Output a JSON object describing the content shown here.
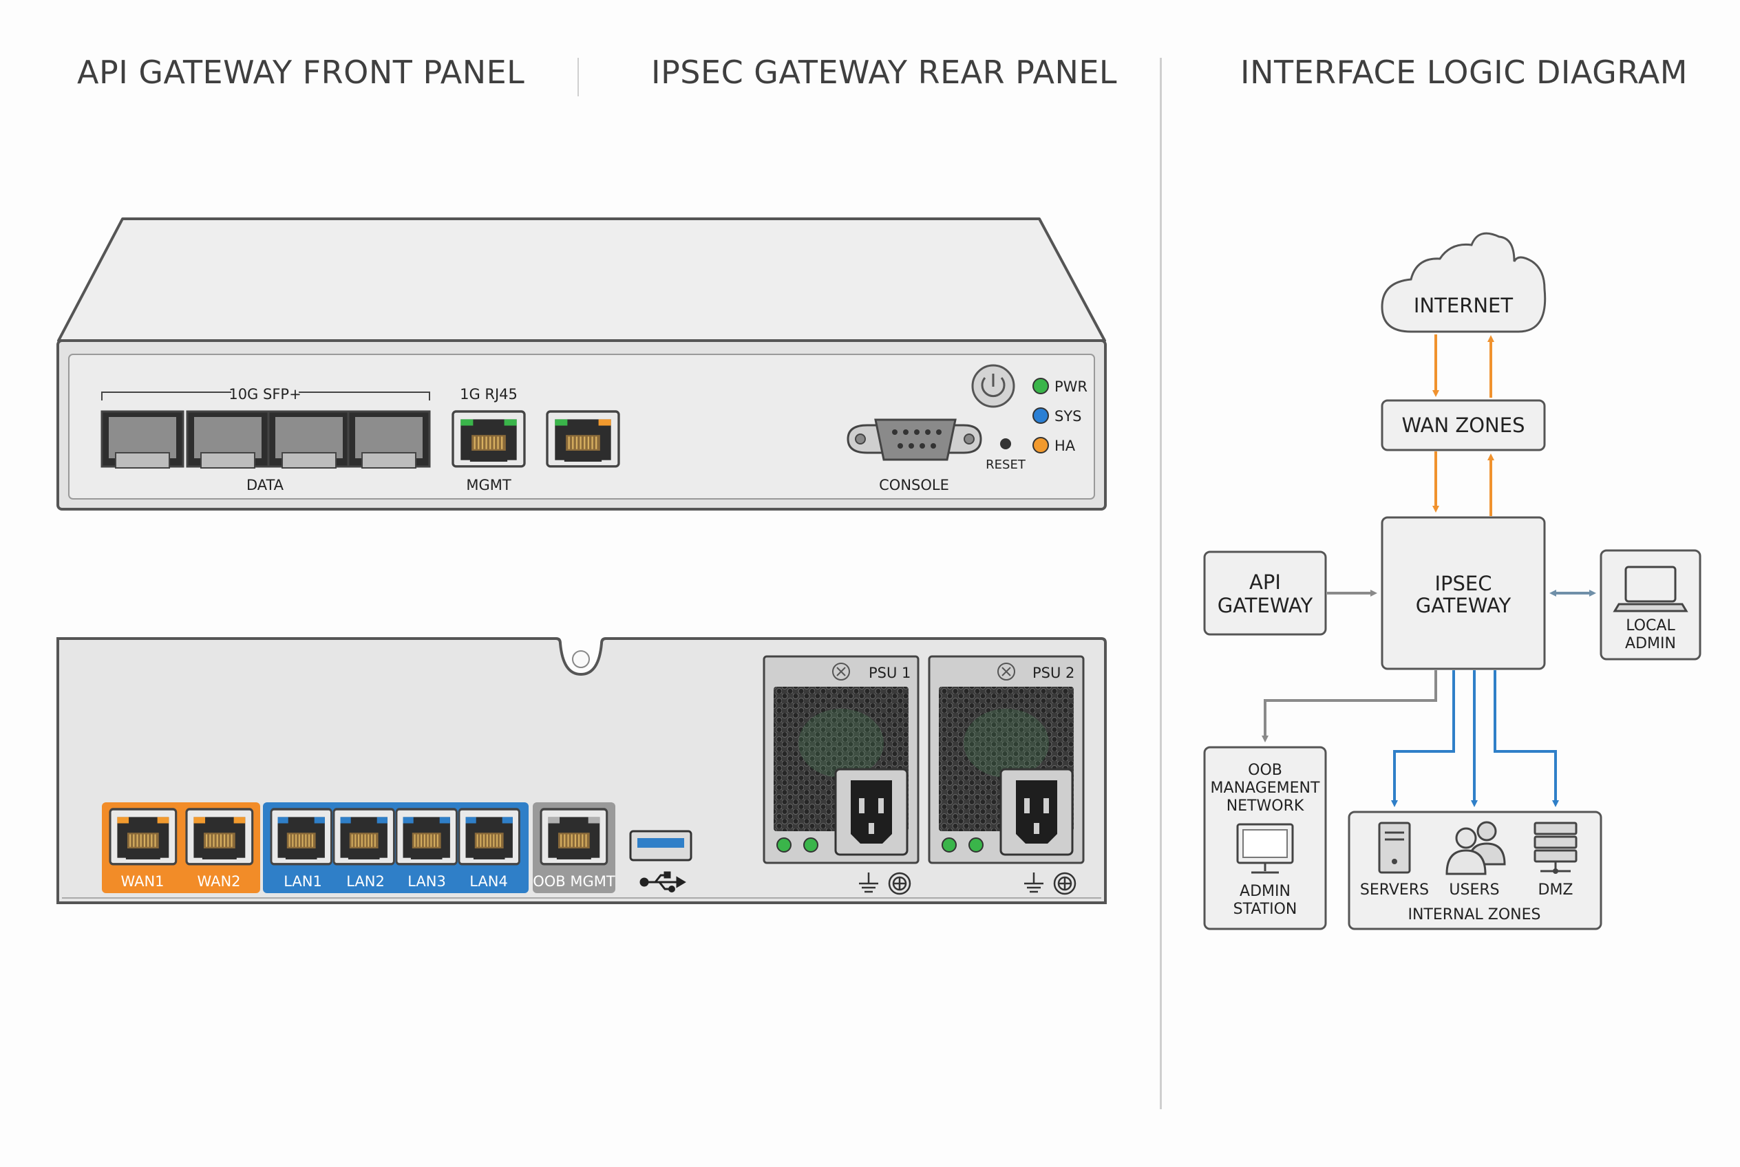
{
  "headers": {
    "front": "API GATEWAY FRONT PANEL",
    "rear": "IPSEC GATEWAY REAR PANEL",
    "logic": "INTERFACE LOGIC DIAGRAM"
  },
  "front_panel": {
    "sfp_group_label": "10G SFP+",
    "sfp_port_count": 4,
    "data_label": "DATA",
    "rj45_group_label": "1G RJ45",
    "mgmt_label": "MGMT",
    "console_label": "CONSOLE",
    "reset_label": "RESET",
    "leds": [
      {
        "label": "PWR",
        "color": "#3ab54a"
      },
      {
        "label": "SYS",
        "color": "#2a7fd4"
      },
      {
        "label": "HA",
        "color": "#f29a2e"
      }
    ]
  },
  "rear_panel": {
    "wan_ports": [
      "WAN1",
      "WAN2"
    ],
    "lan_ports": [
      "LAN1",
      "LAN2",
      "LAN3",
      "LAN4"
    ],
    "oob_label": "OOB MGMT",
    "psus": [
      "PSU 1",
      "PSU 2"
    ],
    "colors": {
      "wan": "#f28c28",
      "lan": "#2f7fc8",
      "oob": "#9a9a9a"
    }
  },
  "logic_diagram": {
    "internet": "INTERNET",
    "wan_zones": "WAN ZONES",
    "api_gateway": [
      "API",
      "GATEWAY"
    ],
    "ipsec_gateway": [
      "IPSEC",
      "GATEWAY"
    ],
    "local_admin": [
      "LOCAL",
      "ADMIN"
    ],
    "oob_network": [
      "OOB",
      "MANAGEMENT",
      "NETWORK"
    ],
    "admin_station": [
      "ADMIN",
      "STATION"
    ],
    "zones": [
      "SERVERS",
      "USERS",
      "DMZ"
    ],
    "internal_zones": "INTERNAL ZONES",
    "colors": {
      "wan_arrow": "#f0922e",
      "lan_arrow": "#2f7fc8",
      "mgmt_arrow": "#8a8a8a"
    }
  }
}
